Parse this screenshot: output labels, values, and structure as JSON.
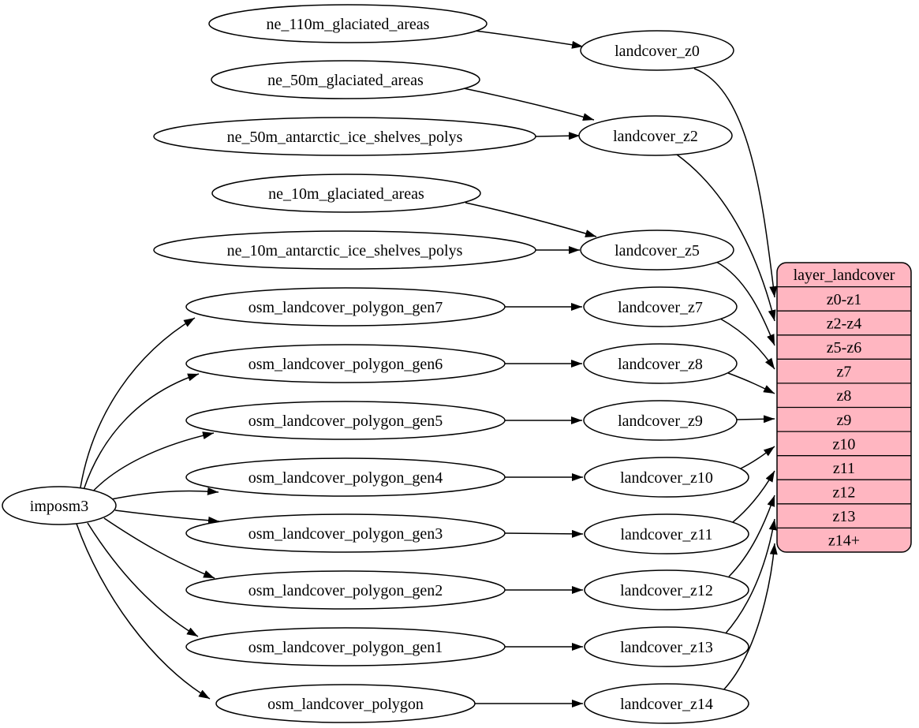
{
  "colors": {
    "background": "#ffffff",
    "node_fill": "#ffffff",
    "node_stroke": "#000000",
    "edge_stroke": "#000000",
    "table_fill": "#ffb6c1",
    "text": "#000000"
  },
  "nodes": {
    "imposm3": "imposm3",
    "ne_110m_glaciated_areas": "ne_110m_glaciated_areas",
    "ne_50m_glaciated_areas": "ne_50m_glaciated_areas",
    "ne_50m_antarctic_ice_shelves_polys": "ne_50m_antarctic_ice_shelves_polys",
    "ne_10m_glaciated_areas": "ne_10m_glaciated_areas",
    "ne_10m_antarctic_ice_shelves_polys": "ne_10m_antarctic_ice_shelves_polys",
    "osm_landcover_polygon_gen7": "osm_landcover_polygon_gen7",
    "osm_landcover_polygon_gen6": "osm_landcover_polygon_gen6",
    "osm_landcover_polygon_gen5": "osm_landcover_polygon_gen5",
    "osm_landcover_polygon_gen4": "osm_landcover_polygon_gen4",
    "osm_landcover_polygon_gen3": "osm_landcover_polygon_gen3",
    "osm_landcover_polygon_gen2": "osm_landcover_polygon_gen2",
    "osm_landcover_polygon_gen1": "osm_landcover_polygon_gen1",
    "osm_landcover_polygon": "osm_landcover_polygon",
    "landcover_z0": "landcover_z0",
    "landcover_z2": "landcover_z2",
    "landcover_z5": "landcover_z5",
    "landcover_z7": "landcover_z7",
    "landcover_z8": "landcover_z8",
    "landcover_z9": "landcover_z9",
    "landcover_z10": "landcover_z10",
    "landcover_z11": "landcover_z11",
    "landcover_z12": "landcover_z12",
    "landcover_z13": "landcover_z13",
    "landcover_z14": "landcover_z14"
  },
  "table": {
    "title": "layer_landcover",
    "rows": [
      "z0-z1",
      "z2-z4",
      "z5-z6",
      "z7",
      "z8",
      "z9",
      "z10",
      "z11",
      "z12",
      "z13",
      "z14+"
    ]
  },
  "edges": [
    {
      "from": "imposm3",
      "to": "osm_landcover_polygon_gen7"
    },
    {
      "from": "imposm3",
      "to": "osm_landcover_polygon_gen6"
    },
    {
      "from": "imposm3",
      "to": "osm_landcover_polygon_gen5"
    },
    {
      "from": "imposm3",
      "to": "osm_landcover_polygon_gen4"
    },
    {
      "from": "imposm3",
      "to": "osm_landcover_polygon_gen3"
    },
    {
      "from": "imposm3",
      "to": "osm_landcover_polygon_gen2"
    },
    {
      "from": "imposm3",
      "to": "osm_landcover_polygon_gen1"
    },
    {
      "from": "imposm3",
      "to": "osm_landcover_polygon"
    },
    {
      "from": "ne_110m_glaciated_areas",
      "to": "landcover_z0"
    },
    {
      "from": "ne_50m_glaciated_areas",
      "to": "landcover_z2"
    },
    {
      "from": "ne_50m_antarctic_ice_shelves_polys",
      "to": "landcover_z2"
    },
    {
      "from": "ne_10m_glaciated_areas",
      "to": "landcover_z5"
    },
    {
      "from": "ne_10m_antarctic_ice_shelves_polys",
      "to": "landcover_z5"
    },
    {
      "from": "osm_landcover_polygon_gen7",
      "to": "landcover_z7"
    },
    {
      "from": "osm_landcover_polygon_gen6",
      "to": "landcover_z8"
    },
    {
      "from": "osm_landcover_polygon_gen5",
      "to": "landcover_z9"
    },
    {
      "from": "osm_landcover_polygon_gen4",
      "to": "landcover_z10"
    },
    {
      "from": "osm_landcover_polygon_gen3",
      "to": "landcover_z11"
    },
    {
      "from": "osm_landcover_polygon_gen2",
      "to": "landcover_z12"
    },
    {
      "from": "osm_landcover_polygon_gen1",
      "to": "landcover_z13"
    },
    {
      "from": "osm_landcover_polygon",
      "to": "landcover_z14"
    },
    {
      "from": "landcover_z0",
      "to": "layer_landcover.z0-z1"
    },
    {
      "from": "landcover_z2",
      "to": "layer_landcover.z2-z4"
    },
    {
      "from": "landcover_z5",
      "to": "layer_landcover.z5-z6"
    },
    {
      "from": "landcover_z7",
      "to": "layer_landcover.z7"
    },
    {
      "from": "landcover_z8",
      "to": "layer_landcover.z8"
    },
    {
      "from": "landcover_z9",
      "to": "layer_landcover.z9"
    },
    {
      "from": "landcover_z10",
      "to": "layer_landcover.z10"
    },
    {
      "from": "landcover_z11",
      "to": "layer_landcover.z11"
    },
    {
      "from": "landcover_z12",
      "to": "layer_landcover.z12"
    },
    {
      "from": "landcover_z13",
      "to": "layer_landcover.z13"
    },
    {
      "from": "landcover_z14",
      "to": "layer_landcover.z14+"
    }
  ]
}
